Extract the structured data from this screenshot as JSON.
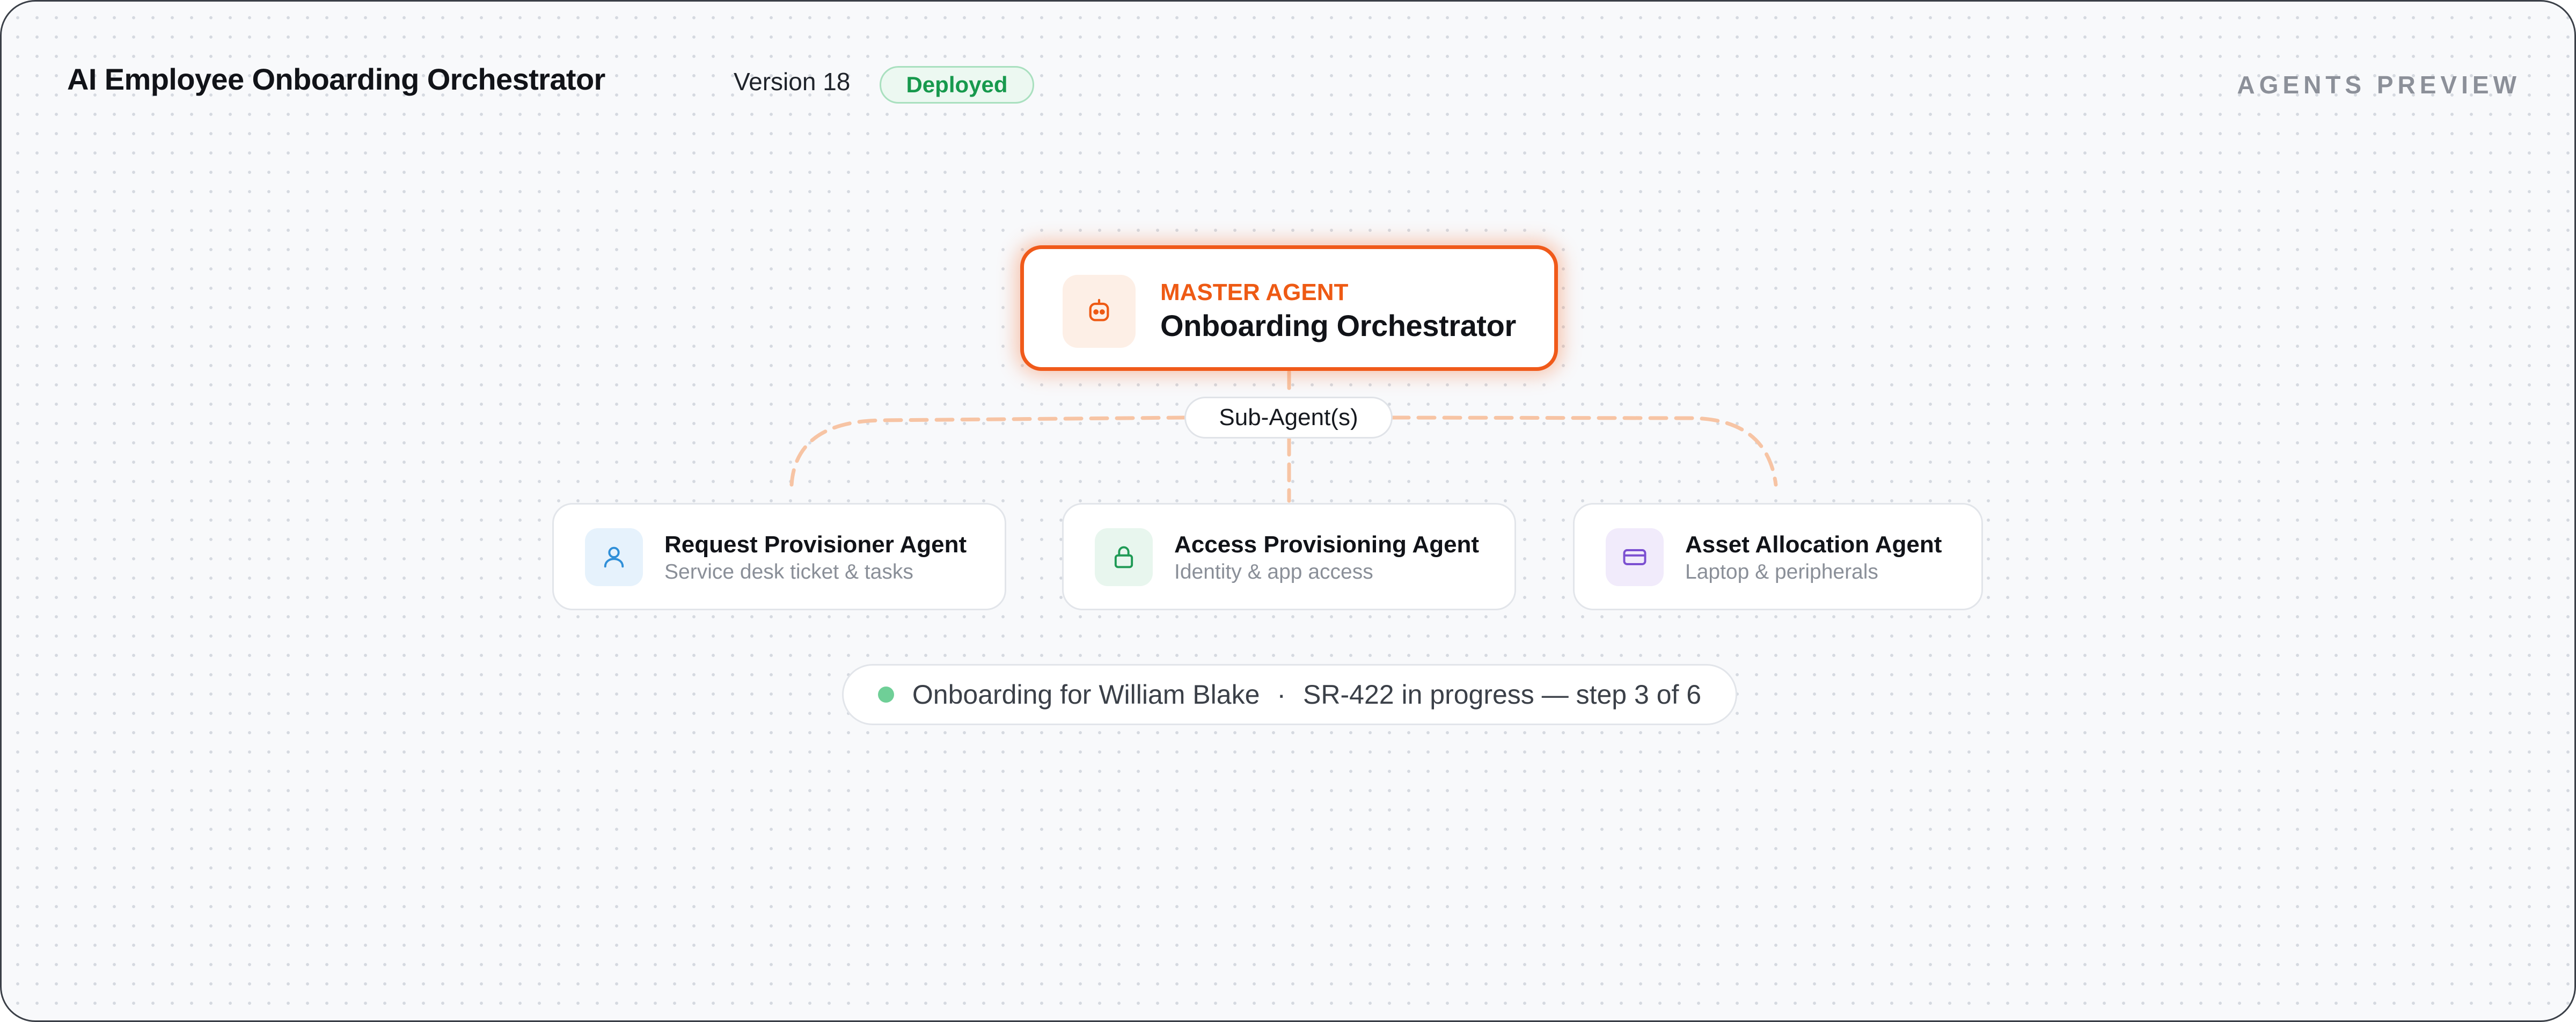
{
  "header": {
    "title": "AI Employee Onboarding Orchestrator",
    "version": "Version 18",
    "status_badge": "Deployed",
    "preview_label": "AGENTS PREVIEW"
  },
  "master_agent": {
    "tag": "MASTER AGENT",
    "name": "Onboarding Orchestrator",
    "icon": "robot-icon"
  },
  "sub_agents_label": "Sub-Agent(s)",
  "sub_agents": [
    {
      "name": "Request Provisioner Agent",
      "description": "Service desk ticket & tasks",
      "icon": "user-icon",
      "color": "#2f8fd8",
      "icon_bg": "#e6f2fc"
    },
    {
      "name": "Access Provisioning Agent",
      "description": "Identity & app access",
      "icon": "lock-icon",
      "color": "#1f9a55",
      "icon_bg": "#e8f6ee"
    },
    {
      "name": "Asset Allocation Agent",
      "description": "Laptop & peripherals",
      "icon": "card-icon",
      "color": "#7b4fd1",
      "icon_bg": "#f1ebfb"
    }
  ],
  "status": {
    "onboarding": "Onboarding for William Blake",
    "separator": "·",
    "progress": "SR-422 in progress — step 3 of 6"
  },
  "colors": {
    "accent": "#f05a1a",
    "connector": "#f7c4a4",
    "deployed": "#17994d",
    "status_dot": "#6fcf97"
  }
}
